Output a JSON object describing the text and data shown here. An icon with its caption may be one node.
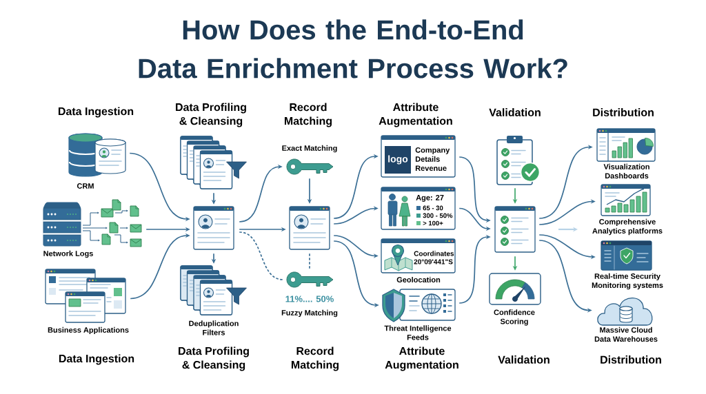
{
  "diagram": {
    "title": "How Does the End-to-End Data Enrichment Process Work?",
    "nodes": [
      {
        "text": [
          "CRM"
        ]
      },
      {
        "text": [
          "Network Logs"
        ]
      },
      {
        "text": [
          "Business Applications"
        ]
      },
      {
        "text": [],
        "shape": "picture"
      },
      {
        "text": [],
        "shape": "picture"
      },
      {
        "text": [
          "Deduplication Filters"
        ]
      },
      {
        "text": [
          "Exact Matching"
        ]
      },
      {
        "text": [],
        "shape": "picture"
      },
      {
        "text": [
          "11%.... 50%",
          "Fuzzy Matching"
        ]
      },
      {
        "text": [
          "logo",
          "Company Details Revenue"
        ]
      },
      {
        "text": [
          "Age: 27",
          "65 - 30",
          "300 - 50%",
          "> 100+"
        ]
      },
      {
        "text": [
          "Coordinates",
          "20°09'441\"S",
          "Geolocation"
        ]
      },
      {
        "text": [
          "Threat Intelligence Feeds"
        ]
      },
      {
        "text": [],
        "shape": "picture"
      },
      {
        "text": [],
        "shape": "picture"
      },
      {
        "text": [
          "Confidence Scoring"
        ]
      },
      {
        "text": [
          "Visualization Dashboards"
        ]
      },
      {
        "text": [
          "Comprehensive Analytics platforms"
        ]
      },
      {
        "text": [
          "Real-time Security Monitoring systems"
        ]
      },
      {
        "text": [
          "Massive Cloud Data Warehouses"
        ]
      }
    ],
    "edges": [
      {
        "from": 0,
        "to": 4,
        "arrow": "to"
      },
      {
        "from": 1,
        "to": 4,
        "arrow": "to"
      },
      {
        "from": 2,
        "to": 4,
        "arrow": "to"
      },
      {
        "from": 3,
        "to": 4,
        "arrow": "to"
      },
      {
        "from": 4,
        "to": 5,
        "arrow": "to"
      },
      {
        "from": 4,
        "to": 6,
        "arrow": "to"
      },
      {
        "from": 4,
        "to": 7,
        "arrow": "to"
      },
      {
        "from": 4,
        "to": 8,
        "arrow": "none",
        "style": "dashed"
      },
      {
        "from": 6,
        "to": 7,
        "arrow": "to"
      },
      {
        "from": 7,
        "to": 8,
        "arrow": "none",
        "style": "dashed"
      },
      {
        "from": 7,
        "to": 9,
        "arrow": "to"
      },
      {
        "from": 7,
        "to": 10,
        "arrow": "to"
      },
      {
        "from": 7,
        "to": 11,
        "arrow": "to"
      },
      {
        "from": 7,
        "to": 12,
        "arrow": "to"
      },
      {
        "from": 9,
        "to": 14,
        "arrow": "to"
      },
      {
        "from": 10,
        "to": 14,
        "arrow": "to"
      },
      {
        "from": 12,
        "to": 14,
        "arrow": "to"
      },
      {
        "from": 13,
        "to": 14,
        "arrow": "to",
        "color": "#3fa66b"
      },
      {
        "from": 14,
        "to": 15,
        "arrow": "to",
        "color": "#3fa66b"
      },
      {
        "from": 14,
        "to": 16,
        "arrow": "to"
      },
      {
        "from": 14,
        "to": 17,
        "arrow": "to"
      },
      {
        "from": 14,
        "to": 18,
        "arrow": "to"
      },
      {
        "from": 14,
        "to": 19,
        "arrow": "to"
      }
    ],
    "labels": [
      "Data Ingestion",
      "Data Profiling & Cleansing",
      "Record Matching",
      "Attribute Augmentation",
      "Validation",
      "Distribution",
      "Data Ingestion",
      "Data Profiling & Cleansing",
      "Record Matching",
      "Attribute Augmentation",
      "Validation",
      "Distribution"
    ]
  }
}
